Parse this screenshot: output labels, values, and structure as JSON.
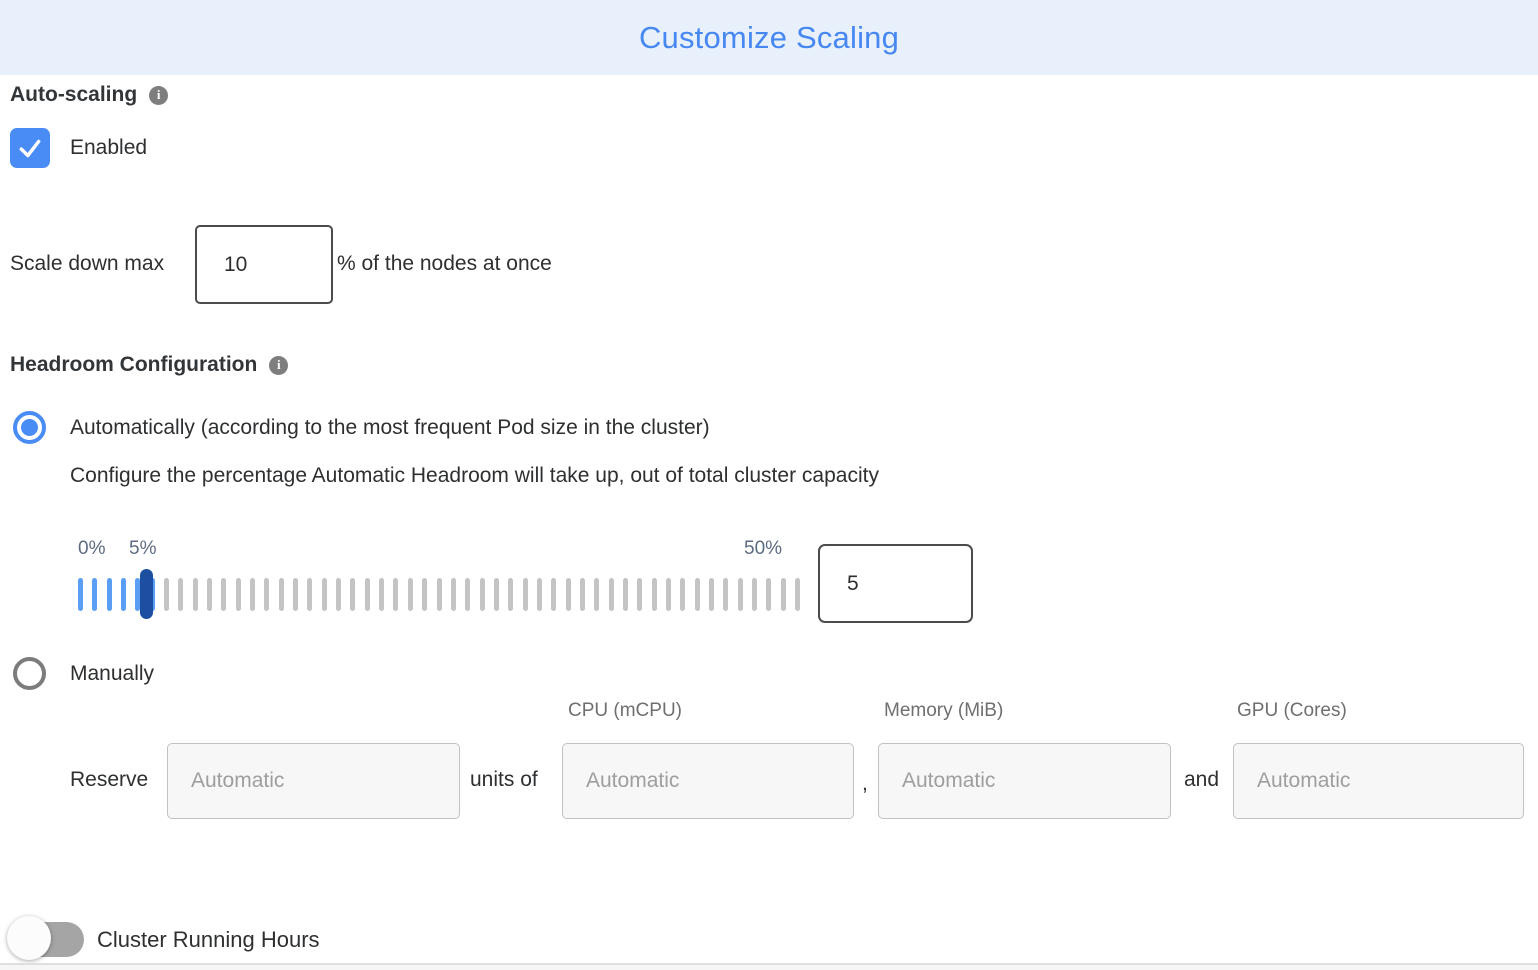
{
  "header": {
    "title": "Customize Scaling"
  },
  "autoscaling": {
    "label": "Auto-scaling",
    "enabled_label": "Enabled",
    "scale_down": {
      "prefix": "Scale down max",
      "value": "10",
      "suffix": "% of the nodes at once"
    }
  },
  "headroom": {
    "label": "Headroom Configuration",
    "auto_option": "Automatically (according to the most frequent Pod size in the cluster)",
    "auto_description": "Configure the percentage Automatic Headroom will take up, out of total cluster capacity",
    "slider": {
      "min": 0,
      "max": 50,
      "current": 5,
      "min_label": "0%",
      "current_label": "5%",
      "max_label": "50%",
      "value": "5"
    },
    "manual_option": "Manually"
  },
  "reserve": {
    "label": "Reserve",
    "units_of": "units of",
    "comma": ",",
    "and": "and",
    "columns": [
      "CPU (mCPU)",
      "Memory (MiB)",
      "GPU (Cores)"
    ],
    "placeholder": "Automatic"
  },
  "footer": {
    "cluster_running_hours": "Cluster Running Hours"
  },
  "icons": {
    "info": "i"
  },
  "colors": {
    "accent": "#4a8cf5",
    "header_bg": "#e8f0fc",
    "header_text": "#4687f1",
    "slider_handle": "#1d4fa0",
    "tick_active": "#5a9ef6",
    "tick_inactive": "#c4c4c4",
    "toggle_off": "#a5a5a5"
  }
}
